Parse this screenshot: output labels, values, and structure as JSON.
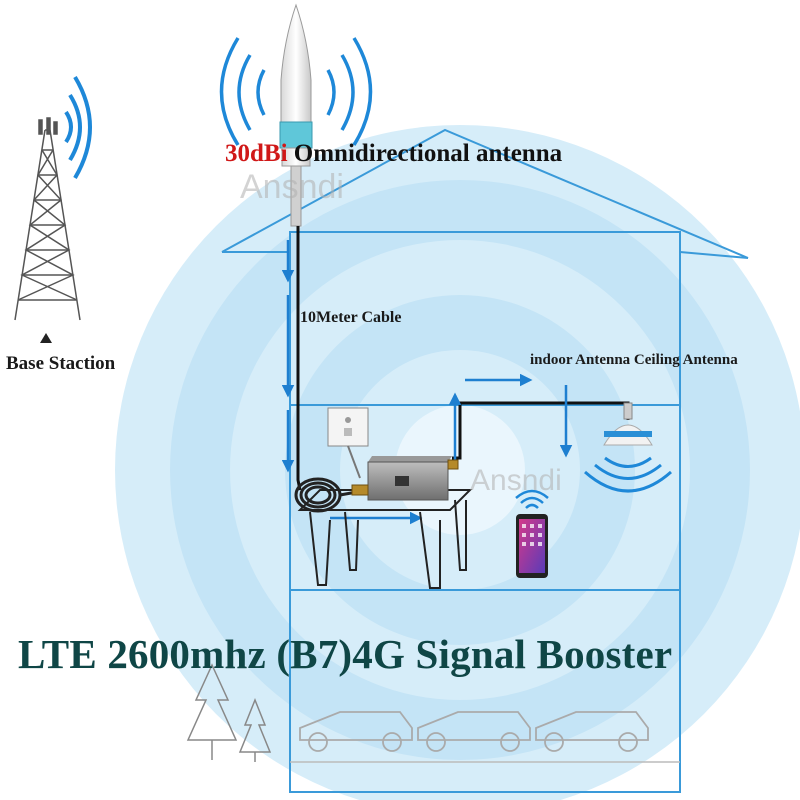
{
  "labels": {
    "antenna_gain": "30dBi",
    "antenna_name": "Omnidirectional antenna",
    "cable": "10Meter Cable",
    "indoor_antenna": "indoor Antenna Ceiling Antenna",
    "base_station": "Base Staction",
    "headline": "LTE 2600mhz (B7)4G Signal Booster",
    "watermark": "Ansndi"
  },
  "colors": {
    "signal_wave": "#1e88d8",
    "signal_glow": "#cfe9f8",
    "house_outline": "#3a9ad9",
    "flow_arrow": "#1e7fd0",
    "cable": "#111111",
    "antenna_gain_text": "#d01818",
    "headline_text": "#0f4646"
  },
  "icons": [
    "cell-tower-icon",
    "outdoor-antenna-icon",
    "signal-booster-icon",
    "ceiling-antenna-icon",
    "smartphone-icon",
    "wall-socket-icon",
    "cable-coil-icon",
    "car-icon",
    "tree-icon",
    "wifi-icon"
  ]
}
